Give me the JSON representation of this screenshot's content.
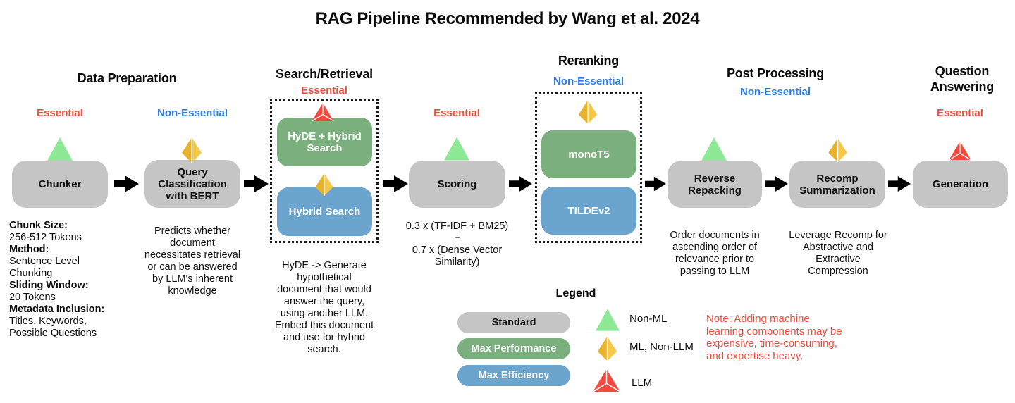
{
  "title": "RAG Pipeline Recommended by Wang et al. 2024",
  "stage_headers": {
    "data_preparation": "Data Preparation",
    "search_retrieval": "Search/Retrieval",
    "reranking": "Reranking",
    "post_processing": "Post Processing",
    "question_answering": [
      "Question",
      "Answering"
    ]
  },
  "importance": {
    "chunker": "Essential",
    "query_classification": "Non-Essential",
    "search_retrieval": "Essential",
    "scoring": "Essential",
    "reranking": "Non-Essential",
    "post_processing": "Non-Essential",
    "question_answering": "Essential"
  },
  "nodes": {
    "chunker": "Chunker",
    "query_classification": [
      "Query",
      "Classification",
      "with BERT"
    ],
    "hyde_hybrid_search": [
      "HyDE + Hybrid",
      "Search"
    ],
    "hybrid_search": "Hybrid Search",
    "scoring": "Scoring",
    "monot5": "monoT5",
    "tildev2": "TILDEv2",
    "reverse_repacking": [
      "Reverse",
      "Repacking"
    ],
    "recomp_summarization": [
      "Recomp",
      "Summarization"
    ],
    "generation": "Generation"
  },
  "annotations": {
    "chunker": {
      "chunk_size_label": "Chunk Size:",
      "chunk_size_value": "256-512 Tokens",
      "method_label": "Method:",
      "method_value": [
        "Sentence Level",
        "Chunking"
      ],
      "sliding_window_label": "Sliding Window:",
      "sliding_window_value": "20 Tokens",
      "metadata_label": "Metadata Inclusion:",
      "metadata_value": [
        "Titles, Keywords,",
        "Possible Questions"
      ]
    },
    "query_classification": [
      "Predicts whether",
      "document",
      "necessitates retrieval",
      "or can be answered",
      "by LLM's inherent",
      "knowledge"
    ],
    "hyde": [
      "HyDE -> Generate",
      "hypothetical",
      "document that would",
      "answer the query,",
      "using another LLM.",
      "Embed this document",
      "and use for hybrid",
      "search."
    ],
    "scoring": [
      "0.3 x (TF-IDF + BM25)",
      "+",
      "0.7 x (Dense Vector",
      "Similarity)"
    ],
    "reverse_repacking": [
      "Order documents in",
      "ascending order of",
      "relevance prior to",
      "passing to LLM"
    ],
    "recomp_summarization": [
      "Leverage Recomp for",
      "Abstractive and",
      "Extractive",
      "Compression"
    ]
  },
  "legend": {
    "title": "Legend",
    "pills": [
      {
        "label": "Standard",
        "meaning": "standard-gray-box"
      },
      {
        "label": "Max Performance",
        "meaning": "green-box"
      },
      {
        "label": "Max Efficiency",
        "meaning": "blue-box"
      }
    ],
    "markers": [
      {
        "label": "Non-ML",
        "icon": "green-triangle"
      },
      {
        "label": "ML, Non-LLM",
        "icon": "yellow-pyramid"
      },
      {
        "label": "LLM",
        "icon": "red-tetrahedron"
      }
    ]
  },
  "note": [
    "Note: Adding machine",
    "learning components may be",
    "expensive, time-consuming,",
    "and expertise heavy."
  ],
  "colors": {
    "essential_red": "#F04A3C",
    "non_essential_blue": "#2D7DE8",
    "standard_gray": "#C5C5C6",
    "max_performance_green": "#7BAF7D",
    "max_efficiency_blue": "#6BA5CD",
    "non_ml_triangle_green": "#8DE996",
    "ml_non_llm_yellow": "#F3C140",
    "llm_red": "#F5493D",
    "arrow_black": "#000000"
  }
}
